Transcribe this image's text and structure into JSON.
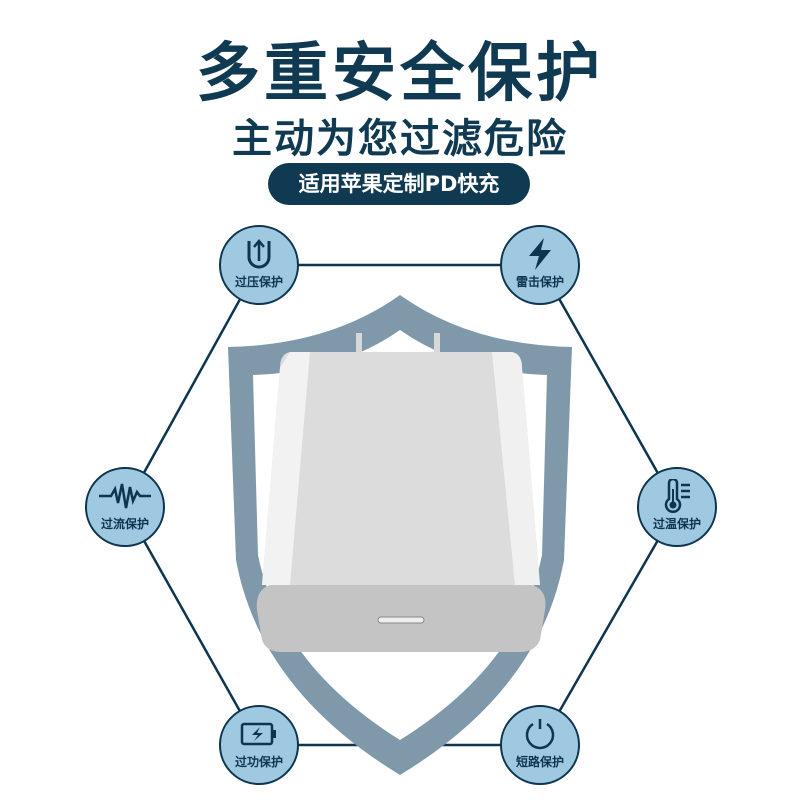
{
  "title": "多重安全保护",
  "subtitle": "主动为您过滤危险",
  "badge": "适用苹果定制PD快充",
  "features": [
    {
      "label": "过压保护",
      "icon": "u-turn-arrow-icon"
    },
    {
      "label": "雷击保护",
      "icon": "lightning-icon"
    },
    {
      "label": "过流保护",
      "icon": "waveform-icon"
    },
    {
      "label": "过温保护",
      "icon": "thermometer-icon"
    },
    {
      "label": "过功保护",
      "icon": "battery-charging-icon"
    },
    {
      "label": "短路保护",
      "icon": "power-icon"
    }
  ],
  "colors": {
    "navy": "#0f3a52",
    "node_fill": "#9ec9e0",
    "shield": "#7f99ab"
  }
}
